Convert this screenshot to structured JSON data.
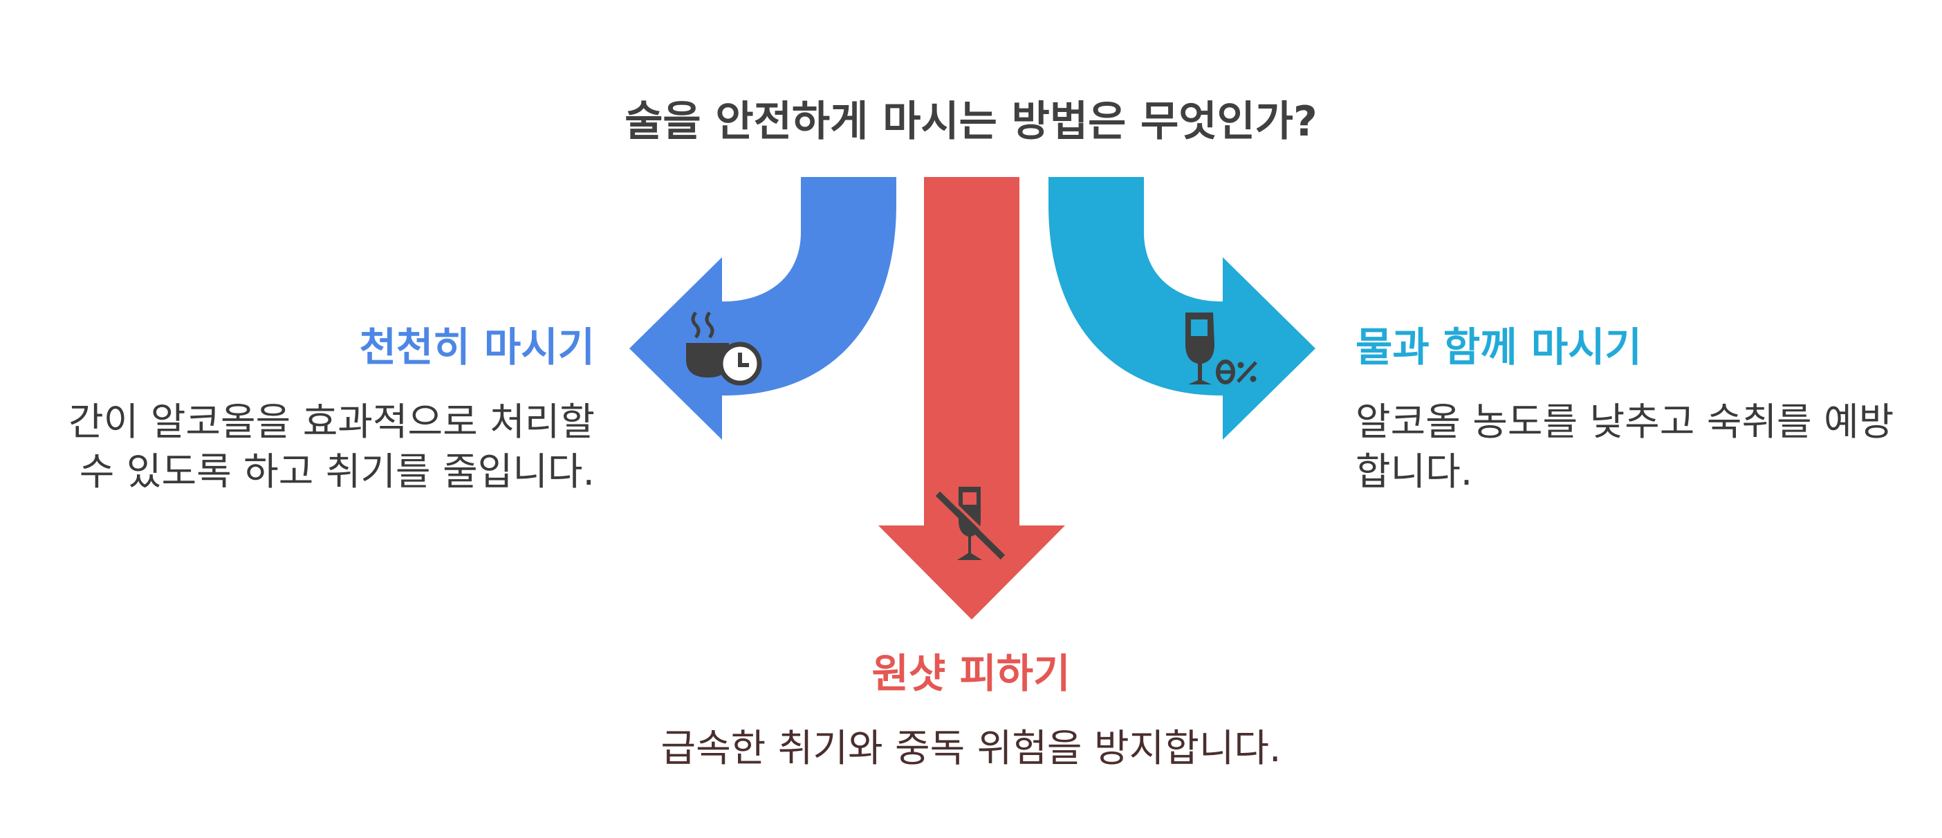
{
  "title": "술을 안전하게 마시는 방법은 무엇인가?",
  "colors": {
    "left": "#4d87e5",
    "center": "#e45753",
    "right": "#22aad8",
    "icon": "#3f3f3f",
    "title": "#404040",
    "description": "#3a3a3a",
    "center_description": "#4a2e2e"
  },
  "branches": [
    {
      "heading": "천천히 마시기",
      "description": "간이 알코올을 효과적으로 처리할 수 있도록 하고 취기를 줄입니다.",
      "icon": "coffee-cup-clock-icon"
    },
    {
      "heading": "원샷 피하기",
      "description": "급속한 취기와 중독 위험을 방지합니다.",
      "icon": "no-drinking-glass-icon"
    },
    {
      "heading": "물과 함께 마시기",
      "description": "알코올 농도를 낮추고 숙취를 예방합니다.",
      "icon": "wine-glass-zero-percent-icon"
    }
  ]
}
